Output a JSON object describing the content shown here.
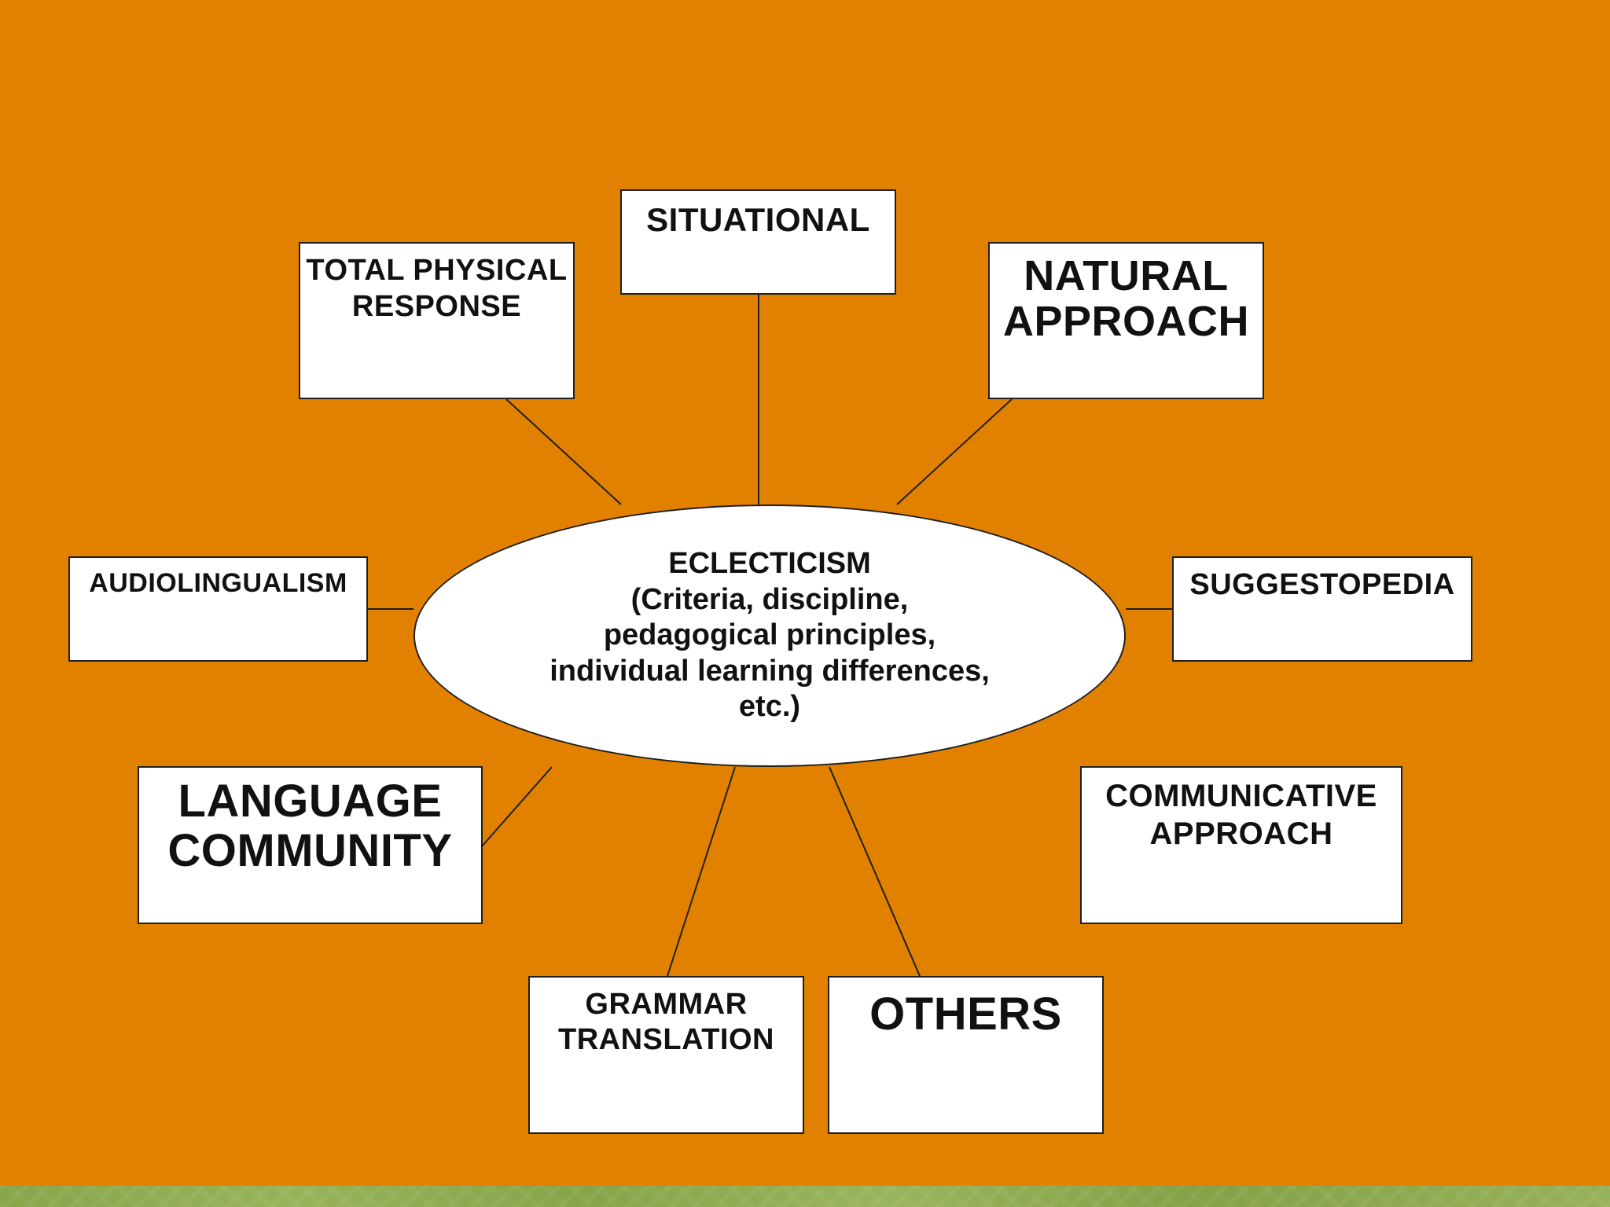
{
  "diagram": {
    "center": {
      "title": "ECLECTICISM",
      "subtitle": "(Criteria, discipline,\npedagogical principles,\nindividual learning differences,\netc.)"
    },
    "nodes": [
      {
        "id": "situational",
        "label": "SITUATIONAL"
      },
      {
        "id": "total-physical-response",
        "label": "TOTAL PHYSICAL\nRESPONSE"
      },
      {
        "id": "natural-approach",
        "label": "NATURAL\nAPPROACH"
      },
      {
        "id": "audiolingualism",
        "label": "AUDIOLINGUALISM"
      },
      {
        "id": "suggestopedia",
        "label": "SUGGESTOPEDIA"
      },
      {
        "id": "language-community",
        "label": "LANGUAGE\nCOMMUNITY"
      },
      {
        "id": "communicative-approach",
        "label": "COMMUNICATIVE\nAPPROACH"
      },
      {
        "id": "grammar-translation",
        "label": "GRAMMAR\nTRANSLATION"
      },
      {
        "id": "others",
        "label": "OTHERS"
      }
    ]
  },
  "colors": {
    "background": "#e28100",
    "box_fill": "#ffffff",
    "stroke": "#1f1f1f",
    "text": "#111111",
    "footer": "#8faa50"
  }
}
